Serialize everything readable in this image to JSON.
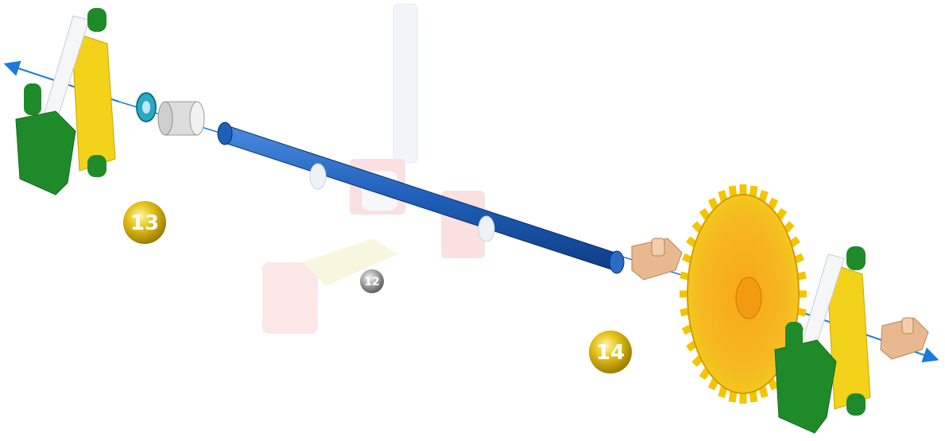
{
  "diagram": {
    "steps": [
      {
        "id": "13",
        "color": "#d8b000",
        "faded": false
      },
      {
        "id": "14",
        "color": "#d8b000",
        "faded": false
      },
      {
        "id": "12",
        "color": "#8a8a8a",
        "faded": true
      }
    ],
    "parts": {
      "axle": "blue-axle",
      "gear": "yellow-gear",
      "left_wheel": "green-yellow-wheel-assembly",
      "right_wheel": "green-yellow-wheel-assembly",
      "spacer_ring": "teal-ring",
      "bushing": "white-bushing",
      "clips": "tan-connector-clip"
    },
    "colors": {
      "axle": "#1f5fb8",
      "gear": "#f5c400",
      "gear_face": "#f7b21a",
      "green": "#1f8a2a",
      "green_dark": "#136b1d",
      "yellow": "#f3d21a",
      "teal": "#2aa8c8",
      "tan": "#e8b98f",
      "arrow": "#1e7ad6",
      "faded_red": "#f6c8c8",
      "faded_white": "#e7eef7"
    }
  }
}
